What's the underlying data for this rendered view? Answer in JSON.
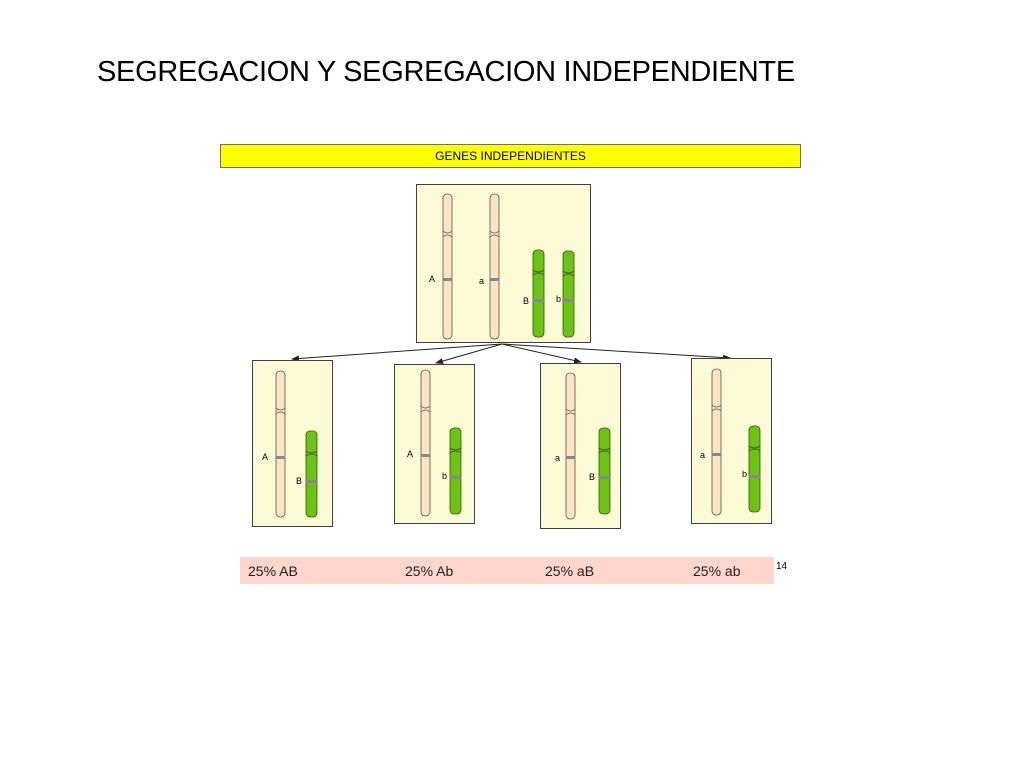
{
  "slide": {
    "title": "SEGREGACION Y SEGREGACION INDEPENDIENTE",
    "banner": "GENES INDEPENDIENTES",
    "page_number": "14"
  },
  "colors": {
    "banner": "#ffff00",
    "cell_background": "#fbfbd5",
    "chromosome_1": "#fbe4c2",
    "chromosome_2": "#6cc314",
    "ratio_strip": "#ffd5cc"
  },
  "parent": {
    "labels": [
      "A",
      "a",
      "B",
      "b"
    ]
  },
  "gametes": [
    {
      "label_1": "A",
      "label_2": "B",
      "ratio": "25% AB"
    },
    {
      "label_1": "A",
      "label_2": "b",
      "ratio": "25% Ab"
    },
    {
      "label_1": "a",
      "label_2": "B",
      "ratio": "25% aB"
    },
    {
      "label_1": "a",
      "label_2": "b",
      "ratio": "25% ab"
    }
  ]
}
